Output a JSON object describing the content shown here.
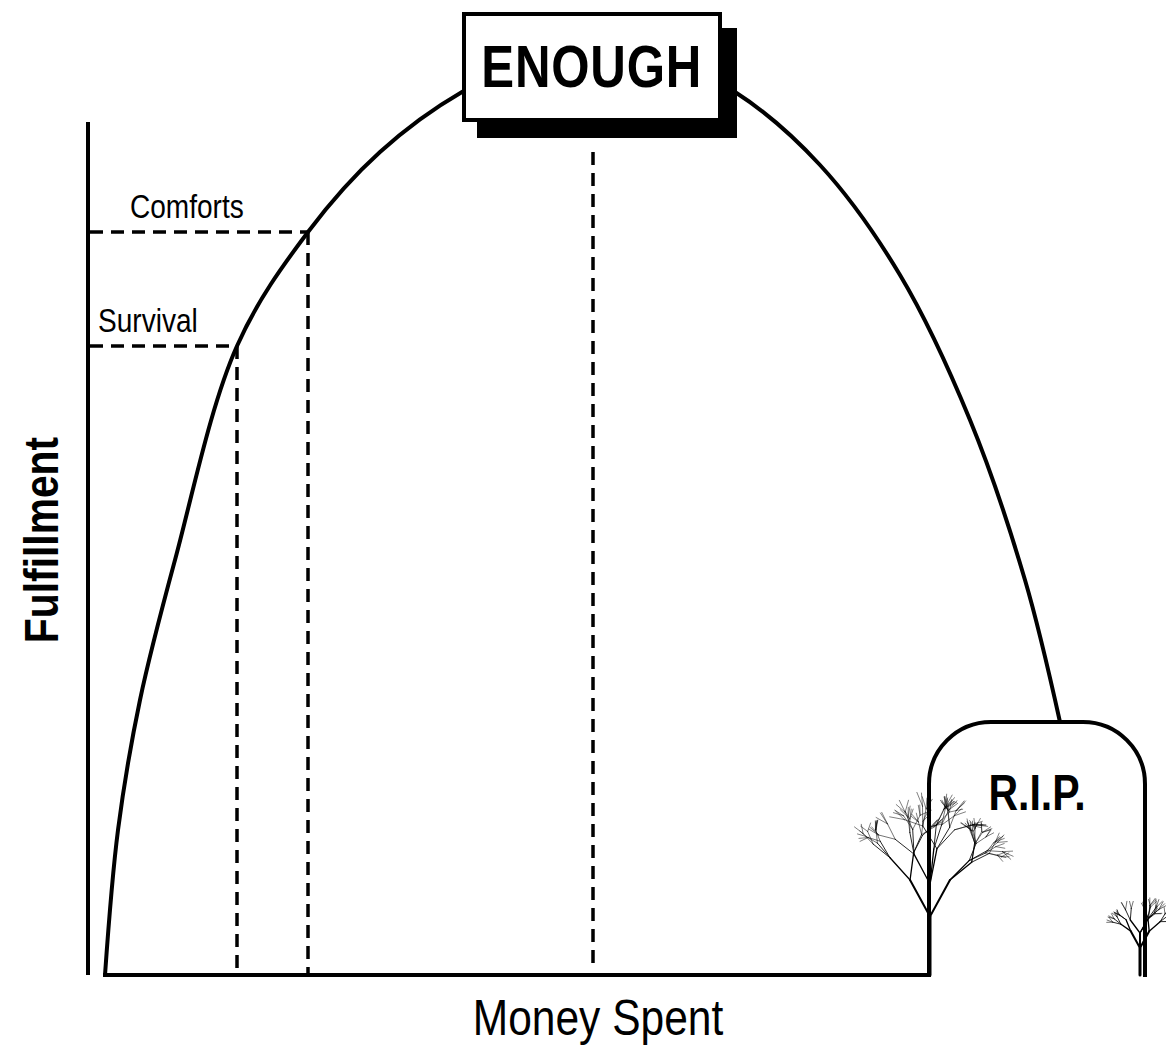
{
  "diagram": {
    "nodes": [
      {
        "text": [
          "ENOUGH"
        ]
      },
      {
        "text": [
          "R.I.P."
        ]
      }
    ],
    "labels": [
      "Comforts",
      "Survival",
      "Fulfillment",
      "Money Spent"
    ]
  }
}
